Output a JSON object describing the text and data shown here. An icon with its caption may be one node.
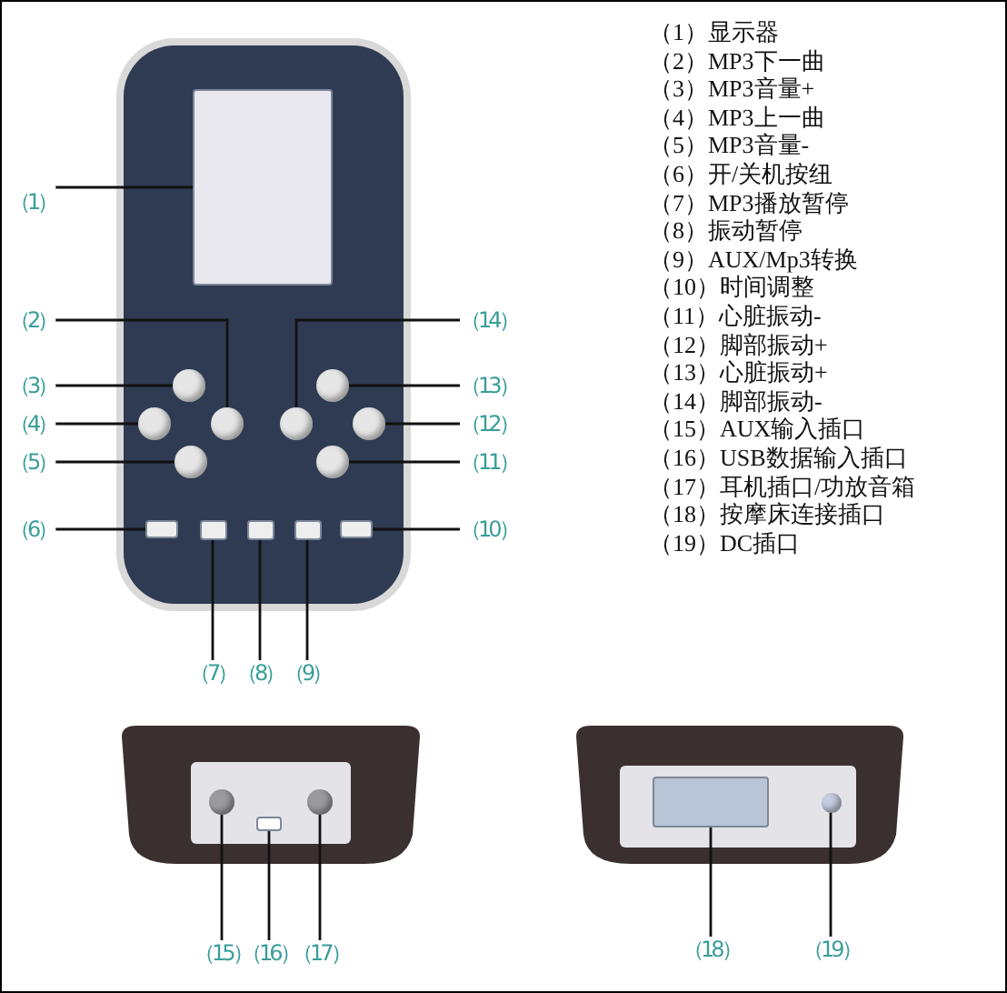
{
  "diagram": {
    "nodes": [
      {
        "text": [
          "（1）"
        ]
      },
      {
        "text": [
          "（2）"
        ]
      },
      {
        "text": [
          "（3）"
        ]
      },
      {
        "text": [
          "（4）"
        ]
      },
      {
        "text": [
          "（5）"
        ]
      },
      {
        "text": [
          "（6）"
        ]
      },
      {
        "text": [
          "（7）"
        ]
      },
      {
        "text": [
          "（8）"
        ]
      },
      {
        "text": [
          "（9）"
        ]
      },
      {
        "text": [
          "（10）"
        ]
      },
      {
        "text": [
          "（11）"
        ]
      },
      {
        "text": [
          "（12）"
        ]
      },
      {
        "text": [
          "（13）"
        ]
      },
      {
        "text": [
          "（14）"
        ]
      },
      {
        "text": [
          "（15）"
        ]
      },
      {
        "text": [
          "（16）"
        ]
      },
      {
        "text": [
          "（17）"
        ]
      },
      {
        "text": [
          "（18）"
        ]
      },
      {
        "text": [
          "（19）"
        ]
      },
      {
        "text": [],
        "shape": "box"
      },
      {
        "text": [],
        "shape": "circle"
      },
      {
        "text": [],
        "shape": "circle"
      },
      {
        "text": [],
        "shape": "circle"
      },
      {
        "text": [],
        "shape": "circle"
      },
      {
        "text": [],
        "shape": "box"
      },
      {
        "text": [],
        "shape": "box"
      },
      {
        "text": [],
        "shape": "box"
      },
      {
        "text": [],
        "shape": "box"
      },
      {
        "text": [],
        "shape": "box"
      },
      {
        "text": [],
        "shape": "circle"
      },
      {
        "text": [],
        "shape": "circle"
      },
      {
        "text": [],
        "shape": "circle"
      },
      {
        "text": [],
        "shape": "circle"
      },
      {
        "text": [],
        "shape": "circle"
      },
      {
        "text": [],
        "shape": "box"
      },
      {
        "text": [],
        "shape": "circle"
      },
      {
        "text": [],
        "shape": "box"
      },
      {
        "text": [],
        "shape": "circle"
      }
    ],
    "edges": [
      {
        "from": 0,
        "to": 19,
        "arrow": "none"
      },
      {
        "from": 1,
        "to": 20,
        "arrow": "none"
      },
      {
        "from": 2,
        "to": 21,
        "arrow": "none"
      },
      {
        "from": 3,
        "to": 22,
        "arrow": "none"
      },
      {
        "from": 4,
        "to": 23,
        "arrow": "none"
      },
      {
        "from": 5,
        "to": 24,
        "arrow": "none"
      },
      {
        "from": 6,
        "to": 25,
        "arrow": "none"
      },
      {
        "from": 7,
        "to": 26,
        "arrow": "none"
      },
      {
        "from": 8,
        "to": 27,
        "arrow": "none"
      },
      {
        "from": 9,
        "to": 28,
        "arrow": "none"
      },
      {
        "from": 10,
        "to": 29,
        "arrow": "none"
      },
      {
        "from": 11,
        "to": 30,
        "arrow": "none"
      },
      {
        "from": 12,
        "to": 31,
        "arrow": "none"
      },
      {
        "from": 13,
        "to": 32,
        "arrow": "none"
      },
      {
        "from": 14,
        "to": 33,
        "arrow": "none"
      },
      {
        "from": 15,
        "to": 34,
        "arrow": "none"
      },
      {
        "from": 16,
        "to": 35,
        "arrow": "none"
      },
      {
        "from": 17,
        "to": 36,
        "arrow": "none"
      },
      {
        "from": 18,
        "to": 37,
        "arrow": "none"
      }
    ],
    "labels": [
      "（1）显示器",
      "（2）MP3下一曲",
      "（3）MP3音量+",
      "（4）MP3上一曲",
      "（5）MP3音量-",
      "（6）开/关机按纽",
      "（7）MP3播放暂停",
      "（8）振动暂停",
      "（9）AUX/Mp3转换",
      "（10）时间调整",
      "（11）心脏振动-",
      "（12）脚部振动+",
      "（13）心脏振动+",
      "（14）脚部振动-",
      "（15）AUX输入插口",
      "（16）USB数据输入插口",
      "（17）耳机插口/功放音箱",
      "（18）按摩床连接插口",
      "（19）DC插口"
    ]
  }
}
